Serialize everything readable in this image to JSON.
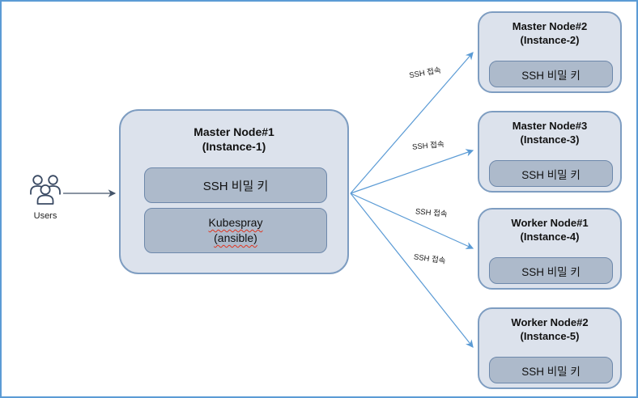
{
  "users": {
    "label": "Users"
  },
  "master_node": {
    "title_line1": "Master Node#1",
    "title_line2": "(Instance-1)",
    "ssh_key_label": "SSH 비밀 키",
    "tool_line1": "Kubespray",
    "tool_line2": "(ansible)"
  },
  "arrows": [
    {
      "label": "SSH 접속"
    },
    {
      "label": "SSH 접속"
    },
    {
      "label": "SSH 접속"
    },
    {
      "label": "SSH 접속"
    }
  ],
  "nodes": [
    {
      "title_line1": "Master Node#2",
      "title_line2": "(Instance-2)",
      "ssh_key_label": "SSH 비밀 키"
    },
    {
      "title_line1": "Master Node#3",
      "title_line2": "(Instance-3)",
      "ssh_key_label": "SSH 비밀 키"
    },
    {
      "title_line1": "Worker Node#1",
      "title_line2": "(Instance-4)",
      "ssh_key_label": "SSH 비밀 키"
    },
    {
      "title_line1": "Worker Node#2",
      "title_line2": "(Instance-5)",
      "ssh_key_label": "SSH 비밀 키"
    }
  ],
  "colors": {
    "frame_border": "#5b9bd5",
    "node_fill": "#dce2ec",
    "node_border": "#7e9dc1",
    "inner_fill": "#adbacb",
    "inner_border": "#6d88ab",
    "arrow_blue": "#5b9bd5",
    "arrow_dark": "#44546a",
    "spellcheck_underline": "#e0341f"
  }
}
